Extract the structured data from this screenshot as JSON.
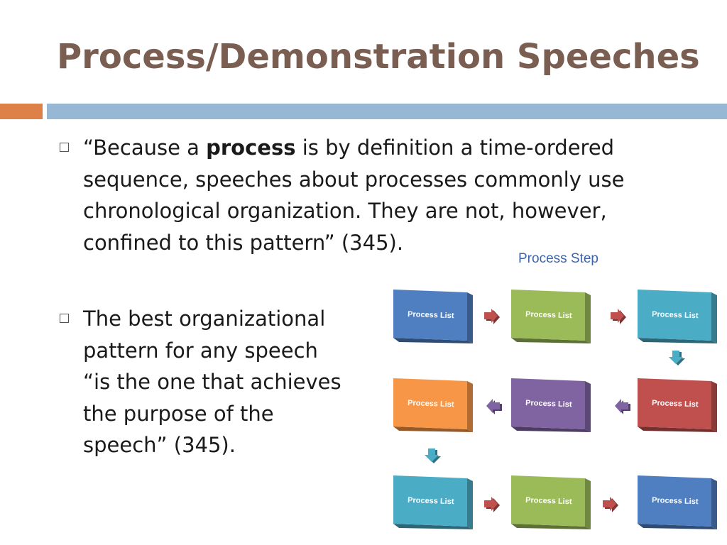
{
  "slide": {
    "title": "Process/Demonstration Speeches",
    "bullets": [
      {
        "pre": "“Because a ",
        "bold": "process",
        "post": " is by definition a time-ordered\nsequence, speeches about processes commonly use\nchronological organization.  They are not, however,\nconfined to this pattern” (345)."
      },
      {
        "text": "The best organizational\npattern for any speech\n“is the one that achieves\nthe purpose of the\nspeech” (345)."
      }
    ]
  },
  "diagram": {
    "title": "Process Step",
    "colors": {
      "blue": "#4f7ec1",
      "green": "#9bbb59",
      "teal": "#4bacc6",
      "orange": "#f79646",
      "purple": "#8064a2",
      "red": "#c0504d",
      "arrow_red": "#c0504d",
      "arrow_purple": "#8064a2",
      "arrow_teal": "#4bacc6"
    },
    "boxes": [
      {
        "label": "Process List",
        "color": "blue"
      },
      {
        "label": "Process List",
        "color": "green"
      },
      {
        "label": "Process List",
        "color": "teal"
      },
      {
        "label": "Process List",
        "color": "orange"
      },
      {
        "label": "Process List",
        "color": "purple"
      },
      {
        "label": "Process List",
        "color": "red"
      },
      {
        "label": "Process List",
        "color": "teal"
      },
      {
        "label": "Process List",
        "color": "green"
      },
      {
        "label": "Process List",
        "color": "blue"
      }
    ],
    "connector_icons": [
      "arrow-right-icon",
      "arrow-left-icon",
      "arrow-down-icon"
    ]
  }
}
